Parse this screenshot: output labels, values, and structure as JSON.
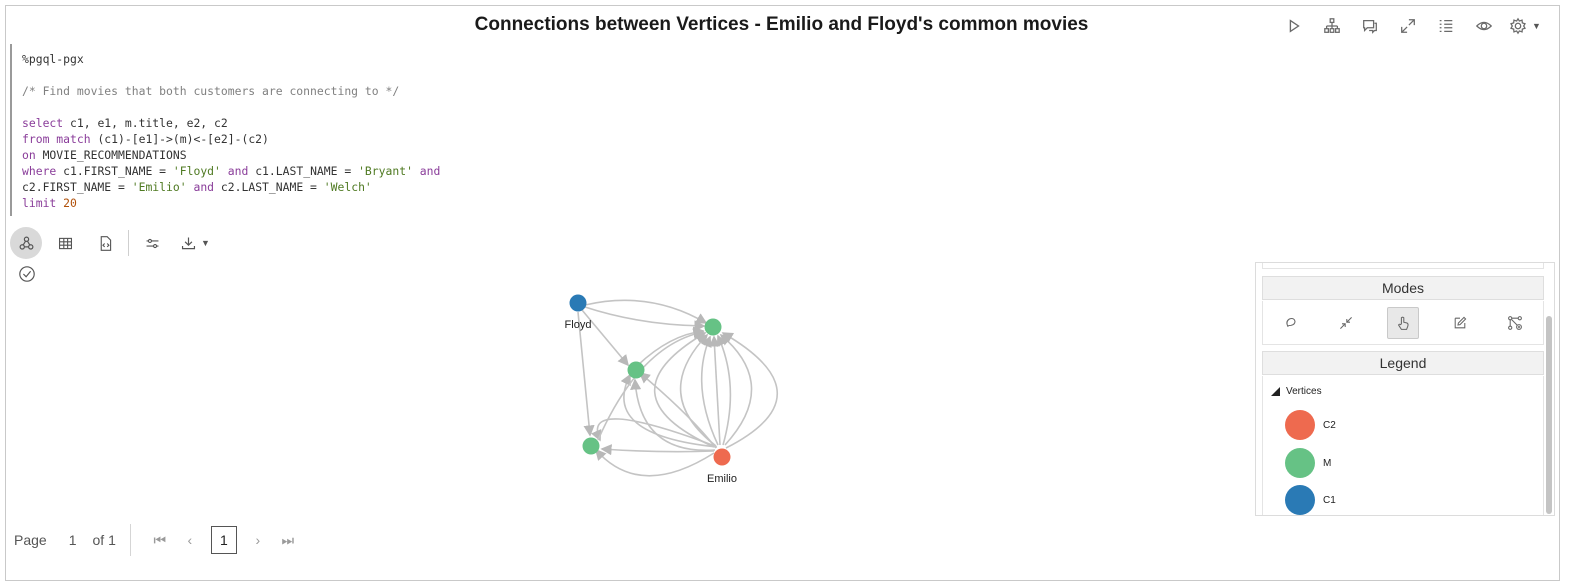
{
  "title": "Connections between Vertices - Emilio and Floyd's common movies",
  "top_toolbar": [
    "run-icon",
    "hierarchy-icon",
    "comment-icon",
    "expand-icon",
    "list-icon",
    "eye-icon",
    "gear-icon"
  ],
  "code": {
    "directive": "%pgql-pgx",
    "comment": "/* Find movies that both customers are connecting to */",
    "l1_kw": "select",
    "l1_rest": " c1, e1, m.title, e2, c2",
    "l2_kw": "from",
    "l2_rest1": " ",
    "l2_kw2": "match",
    "l2_rest2": " (c1)-[e1]->(m)<-[e2]-(c2)",
    "l3_kw": "on",
    "l3_rest": " MOVIE_RECOMMENDATIONS",
    "l4_kw": "where",
    "l4_a": " c1.FIRST_NAME = ",
    "l4_s1": "'Floyd'",
    "l4_and1": " and",
    "l4_b": " c1.LAST_NAME = ",
    "l4_s2": "'Bryant'",
    "l4_and2": " and",
    "l5_a": "c2.FIRST_NAME = ",
    "l5_s1": "'Emilio'",
    "l5_and": " and",
    "l5_b": " c2.LAST_NAME = ",
    "l5_s2": "'Welch'",
    "l6_kw": "limit",
    "l6_num": "20"
  },
  "graph": {
    "nodes": [
      {
        "id": "floyd",
        "label": "Floyd",
        "color": "#2a7ab5"
      },
      {
        "id": "emilio",
        "label": "Emilio",
        "color": "#ee6a4f"
      },
      {
        "id": "m1",
        "label": "",
        "color": "#66c285"
      },
      {
        "id": "m2",
        "label": "",
        "color": "#66c285"
      },
      {
        "id": "m3",
        "label": "",
        "color": "#66c285"
      }
    ]
  },
  "sidebar": {
    "modes_title": "Modes",
    "legend_title": "Legend",
    "vertices_label": "Vertices",
    "legend": [
      {
        "label": "C2",
        "color": "#ee6a4f"
      },
      {
        "label": "M",
        "color": "#66c285"
      },
      {
        "label": "C1",
        "color": "#2a7ab5"
      }
    ]
  },
  "pager": {
    "page_label": "Page",
    "page_num": "1",
    "of_label": "of 1",
    "current": "1"
  }
}
